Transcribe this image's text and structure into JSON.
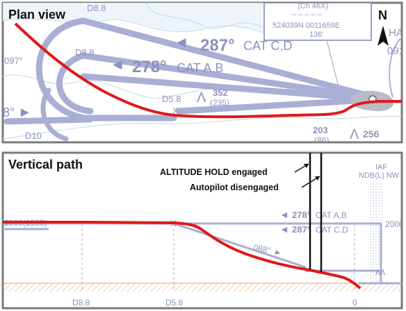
{
  "plan": {
    "title": "Plan view",
    "north_label": "N",
    "legs": [
      {
        "heading": "287°",
        "cat": "CAT C,D",
        "arrow": "◄"
      },
      {
        "heading": "278°",
        "cat": "CAT A,B",
        "arrow": "◄"
      }
    ],
    "fixes": [
      "D8.8",
      "D8.8",
      "D5.8",
      "D10",
      "097°",
      "8°"
    ],
    "altitudes": [
      {
        "value": "352",
        "sub": "(235)"
      },
      {
        "value": "203",
        "sub": "(86)"
      },
      {
        "value": "256",
        "sub": ""
      }
    ],
    "ident": {
      "line1": "(Ch 46X)",
      "line2": "524039N 0011659E",
      "elev": "136'"
    },
    "clipped": [
      "HA",
      "091"
    ]
  },
  "vertical": {
    "title": "Vertical path",
    "annotations": [
      "ALTITUDE HOLD engaged",
      "Autopilot disengaged"
    ],
    "tracks": [
      {
        "arrow": "◄",
        "heading": "278°",
        "cat": "CAT A,B"
      },
      {
        "arrow": "◄",
        "heading": "287°",
        "cat": "CAT C,D"
      }
    ],
    "left_alt": "2000(1883)",
    "right_alt": "2000",
    "descent": "088°",
    "iaf": "IAF",
    "ndb": "NDB(L) NW",
    "axis": [
      "D8.8",
      "D5.8",
      "0"
    ]
  }
}
